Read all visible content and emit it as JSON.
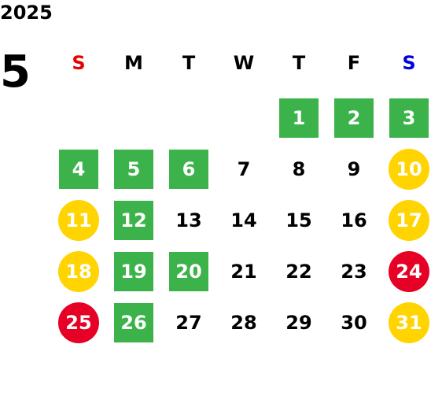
{
  "header": {
    "year": "2025",
    "month": "5"
  },
  "colors": {
    "green": "#3bb34a",
    "yellow": "#ffd400",
    "red": "#e60026",
    "sunday": "#e60000",
    "saturday": "#0000e6",
    "text": "#000000"
  },
  "weekdays": [
    {
      "label": "S",
      "kind": "sun"
    },
    {
      "label": "M",
      "kind": "weekday"
    },
    {
      "label": "T",
      "kind": "weekday"
    },
    {
      "label": "W",
      "kind": "weekday"
    },
    {
      "label": "T",
      "kind": "weekday"
    },
    {
      "label": "F",
      "kind": "weekday"
    },
    {
      "label": "S",
      "kind": "sat"
    }
  ],
  "days": [
    {
      "day": "1",
      "week": 0,
      "dow": 4,
      "style": "green"
    },
    {
      "day": "2",
      "week": 0,
      "dow": 5,
      "style": "green"
    },
    {
      "day": "3",
      "week": 0,
      "dow": 6,
      "style": "green"
    },
    {
      "day": "4",
      "week": 1,
      "dow": 0,
      "style": "green"
    },
    {
      "day": "5",
      "week": 1,
      "dow": 1,
      "style": "green"
    },
    {
      "day": "6",
      "week": 1,
      "dow": 2,
      "style": "green"
    },
    {
      "day": "7",
      "week": 1,
      "dow": 3,
      "style": "plain"
    },
    {
      "day": "8",
      "week": 1,
      "dow": 4,
      "style": "plain"
    },
    {
      "day": "9",
      "week": 1,
      "dow": 5,
      "style": "plain"
    },
    {
      "day": "10",
      "week": 1,
      "dow": 6,
      "style": "yellow"
    },
    {
      "day": "11",
      "week": 2,
      "dow": 0,
      "style": "yellow"
    },
    {
      "day": "12",
      "week": 2,
      "dow": 1,
      "style": "green"
    },
    {
      "day": "13",
      "week": 2,
      "dow": 2,
      "style": "plain"
    },
    {
      "day": "14",
      "week": 2,
      "dow": 3,
      "style": "plain"
    },
    {
      "day": "15",
      "week": 2,
      "dow": 4,
      "style": "plain"
    },
    {
      "day": "16",
      "week": 2,
      "dow": 5,
      "style": "plain"
    },
    {
      "day": "17",
      "week": 2,
      "dow": 6,
      "style": "yellow"
    },
    {
      "day": "18",
      "week": 3,
      "dow": 0,
      "style": "yellow"
    },
    {
      "day": "19",
      "week": 3,
      "dow": 1,
      "style": "green"
    },
    {
      "day": "20",
      "week": 3,
      "dow": 2,
      "style": "green"
    },
    {
      "day": "21",
      "week": 3,
      "dow": 3,
      "style": "plain"
    },
    {
      "day": "22",
      "week": 3,
      "dow": 4,
      "style": "plain"
    },
    {
      "day": "23",
      "week": 3,
      "dow": 5,
      "style": "plain"
    },
    {
      "day": "24",
      "week": 3,
      "dow": 6,
      "style": "red"
    },
    {
      "day": "25",
      "week": 4,
      "dow": 0,
      "style": "red"
    },
    {
      "day": "26",
      "week": 4,
      "dow": 1,
      "style": "green"
    },
    {
      "day": "27",
      "week": 4,
      "dow": 2,
      "style": "plain"
    },
    {
      "day": "28",
      "week": 4,
      "dow": 3,
      "style": "plain"
    },
    {
      "day": "29",
      "week": 4,
      "dow": 4,
      "style": "plain"
    },
    {
      "day": "30",
      "week": 4,
      "dow": 5,
      "style": "plain"
    },
    {
      "day": "31",
      "week": 4,
      "dow": 6,
      "style": "yellow"
    }
  ]
}
